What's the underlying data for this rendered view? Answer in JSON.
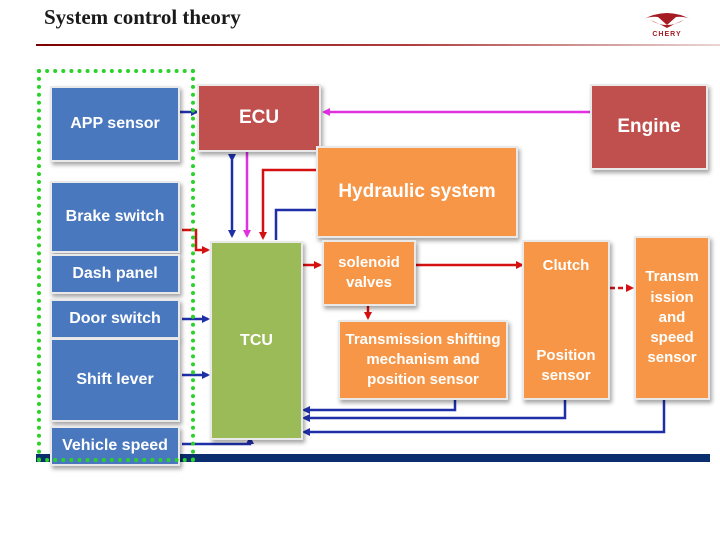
{
  "page": {
    "title": "System control theory"
  },
  "logo": {
    "text": "CHERY"
  },
  "blocks": {
    "app_sensor": "APP sensor",
    "brake_switch": "Brake switch",
    "dash_panel": "Dash panel",
    "door_switch": "Door switch",
    "shift_lever": "Shift lever",
    "vehicle_speed": "Vehicle speed",
    "ecu": "ECU",
    "engine": "Engine",
    "hydraulic_system": "Hydraulic system",
    "tcu": "TCU",
    "solenoid_valves": "solenoid valves",
    "transmission_shifting": "Transmission shifting mechanism and position sensor",
    "clutch": "Clutch",
    "position_sensor": "Position sensor",
    "transmission_speed_sensor": "Transm ission and speed sensor"
  },
  "colors": {
    "sensor_blue": "#4a78be",
    "ecu_red": "#c0504d",
    "tcu_green": "#9bbb59",
    "actuator_orange": "#f79646",
    "signal_blue": "#1f2fa8",
    "signal_red": "#d41010",
    "signal_magenta": "#e030e0",
    "group_outline_green": "#2ad22a"
  }
}
